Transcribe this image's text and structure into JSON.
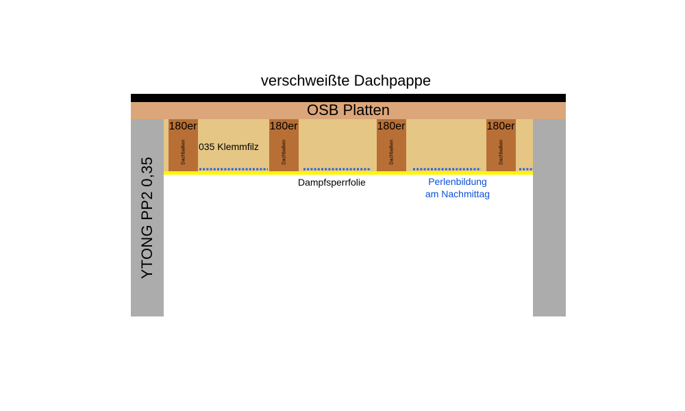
{
  "labels": {
    "title": "verschweißte Dachpappe",
    "osb": "OSB Platten",
    "insulation": "035 Klemmfilz",
    "membrane": "Dampfsperrfolie",
    "condensation_line1": "Perlenbildung",
    "condensation_line2": "am Nachmittag",
    "wall": "YTONG PP2 0,35"
  },
  "beams": [
    {
      "size": "180er",
      "label": "Dachbalken"
    },
    {
      "size": "180er",
      "label": "Dachbalken"
    },
    {
      "size": "180er",
      "label": "Dachbalken"
    },
    {
      "size": "180er",
      "label": "Dachbalken"
    }
  ],
  "colors": {
    "roofing": "#000000",
    "osb": "#dba679",
    "insulation": "#e5c685",
    "beam": "#b86f35",
    "wall": "#acacac",
    "membrane": "#fdf600",
    "condensation": "#0b4fd8"
  }
}
